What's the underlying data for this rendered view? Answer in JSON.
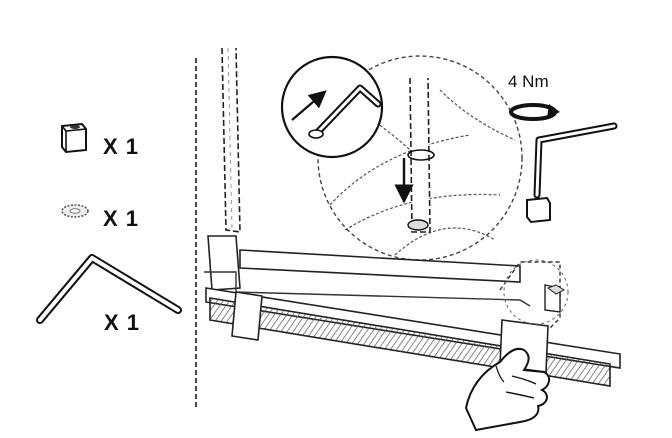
{
  "parts": [
    {
      "icon": "hex-nut-icon",
      "quantity_label": "X 1"
    },
    {
      "icon": "washer-icon",
      "quantity_label": "X 1"
    },
    {
      "icon": "allen-key-icon",
      "quantity_label": "X 1"
    }
  ],
  "torque_label": "4 Nm",
  "colors": {
    "ink": "#111111",
    "paper": "#ffffff",
    "hatch": "#555555"
  }
}
